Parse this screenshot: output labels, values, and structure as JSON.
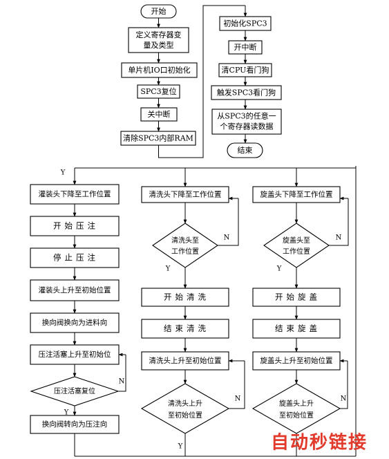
{
  "top_flow": {
    "start": "开始",
    "define": [
      "定义寄存器变",
      "量及类型"
    ],
    "mcu_init": "单片机IO口初始化",
    "spc3_reset": "SPC3复位",
    "close_int": "关中断",
    "clear_ram": "清除SPC3内部RAM",
    "init_spc3": "初始化SPC3",
    "open_int": "开中断",
    "clear_wdt": "清CPU看门狗",
    "trigger_wdt": "触发SPC3看门狗",
    "read_reg": [
      "从SPC3的任意一",
      "个寄存器读数据"
    ],
    "end": "结束"
  },
  "labels": {
    "yes": "Y",
    "no": "N"
  },
  "col_fill": {
    "down": "灌装头下降至工作位置",
    "start_press": "开始压注",
    "stop_press": "停止压注",
    "up": "灌装头上升至初始位置",
    "valve_feed": "换向阀换向为进料向",
    "piston_up": "压注活塞上升至初始位",
    "piston_reset": "压注活塞复位",
    "valve_press": "换向阀转向为压注向"
  },
  "col_wash": {
    "down": "清洗头下降至工作位置",
    "cond_at_work": [
      "清洗头至",
      "工作位置"
    ],
    "start": "开始清洗",
    "finish": "结束清洗",
    "up": "清洗头上升至初始位置",
    "cond_at_init": [
      "清洗头上升",
      "至初始位置"
    ]
  },
  "col_cap": {
    "down": "旋盖头下降至工作位置",
    "cond_at_work": [
      "旋盖头至",
      "工作位置"
    ],
    "start": "开始旋盖",
    "finish": "结束旋盖",
    "up": "旋盖头上升至初始位置",
    "cond_at_init": [
      "旋盖头上升",
      "至初始位置"
    ]
  },
  "watermark": "自动秒链接"
}
